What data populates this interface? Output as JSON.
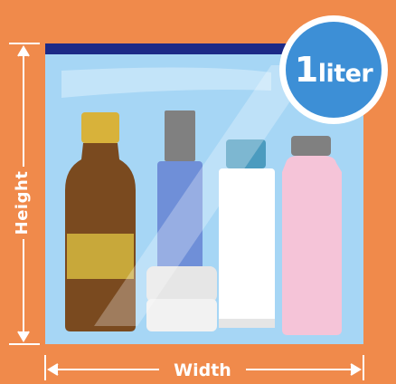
{
  "labels": {
    "height": "Height",
    "width": "Width",
    "badge_number": "1",
    "badge_unit": "liter"
  },
  "colors": {
    "background": "#f08a4b",
    "bag": "#a6d6f5",
    "zip_strip": "#1c2a87",
    "badge": "#3d8fd6"
  },
  "items": [
    {
      "name": "brown-bottle",
      "color": "#7a4a1f",
      "cap_color": "#d8b23a",
      "label_color": "#c8a83a"
    },
    {
      "name": "blue-bottle",
      "color": "#6f8fd8",
      "cap_color": "#808080"
    },
    {
      "name": "white-tube",
      "color": "#ffffff",
      "cap_color": "#4b9bbf"
    },
    {
      "name": "pink-bottle",
      "color": "#f5c4d8",
      "cap_color": "#808080"
    },
    {
      "name": "cream-jar",
      "color": "#eeeeee",
      "cap_color": "#dddddd"
    }
  ]
}
